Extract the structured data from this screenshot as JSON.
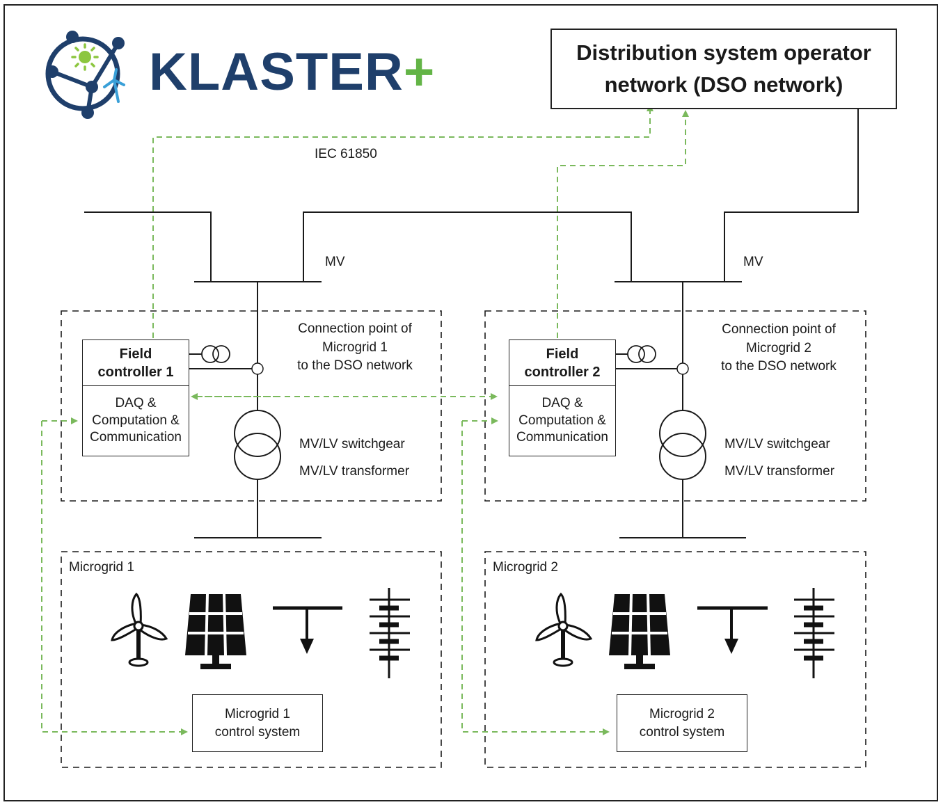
{
  "logo": {
    "word": "KLASTER",
    "plus": "+",
    "colors": {
      "navy": "#1f3f6b",
      "green": "#63b446",
      "sun": "#8cc63f",
      "turbine": "#3aa0d8"
    }
  },
  "dso": {
    "label": "Distribution system operator\nnetwork (DSO network)"
  },
  "protocol_label": "IEC 61850",
  "mv_labels": [
    "MV",
    "MV"
  ],
  "units": [
    {
      "field_controller_title": "Field\ncontroller 1",
      "field_controller_body": "DAQ &\nComputation &\nCommunication",
      "connection_point": "Connection point of\nMicrogrid 1\nto the DSO network",
      "switchgear": "MV/LV switchgear",
      "transformer": "MV/LV transformer",
      "microgrid_label": "Microgrid 1",
      "control_system": "Microgrid 1\ncontrol system",
      "devices": [
        "wind-turbine-icon",
        "solar-panel-icon",
        "load-icon",
        "battery-icon"
      ]
    },
    {
      "field_controller_title": "Field\ncontroller 2",
      "field_controller_body": "DAQ &\nComputation &\nCommunication",
      "connection_point": "Connection point of\nMicrogrid 2\nto the DSO network",
      "switchgear": "MV/LV switchgear",
      "transformer": "MV/LV transformer",
      "microgrid_label": "Microgrid 2",
      "control_system": "Microgrid 2\ncontrol system",
      "devices": [
        "wind-turbine-icon",
        "solar-panel-icon",
        "load-icon",
        "battery-icon"
      ]
    }
  ],
  "colors": {
    "line": "#1a1a1a",
    "comm_link": "#7ab95c"
  }
}
